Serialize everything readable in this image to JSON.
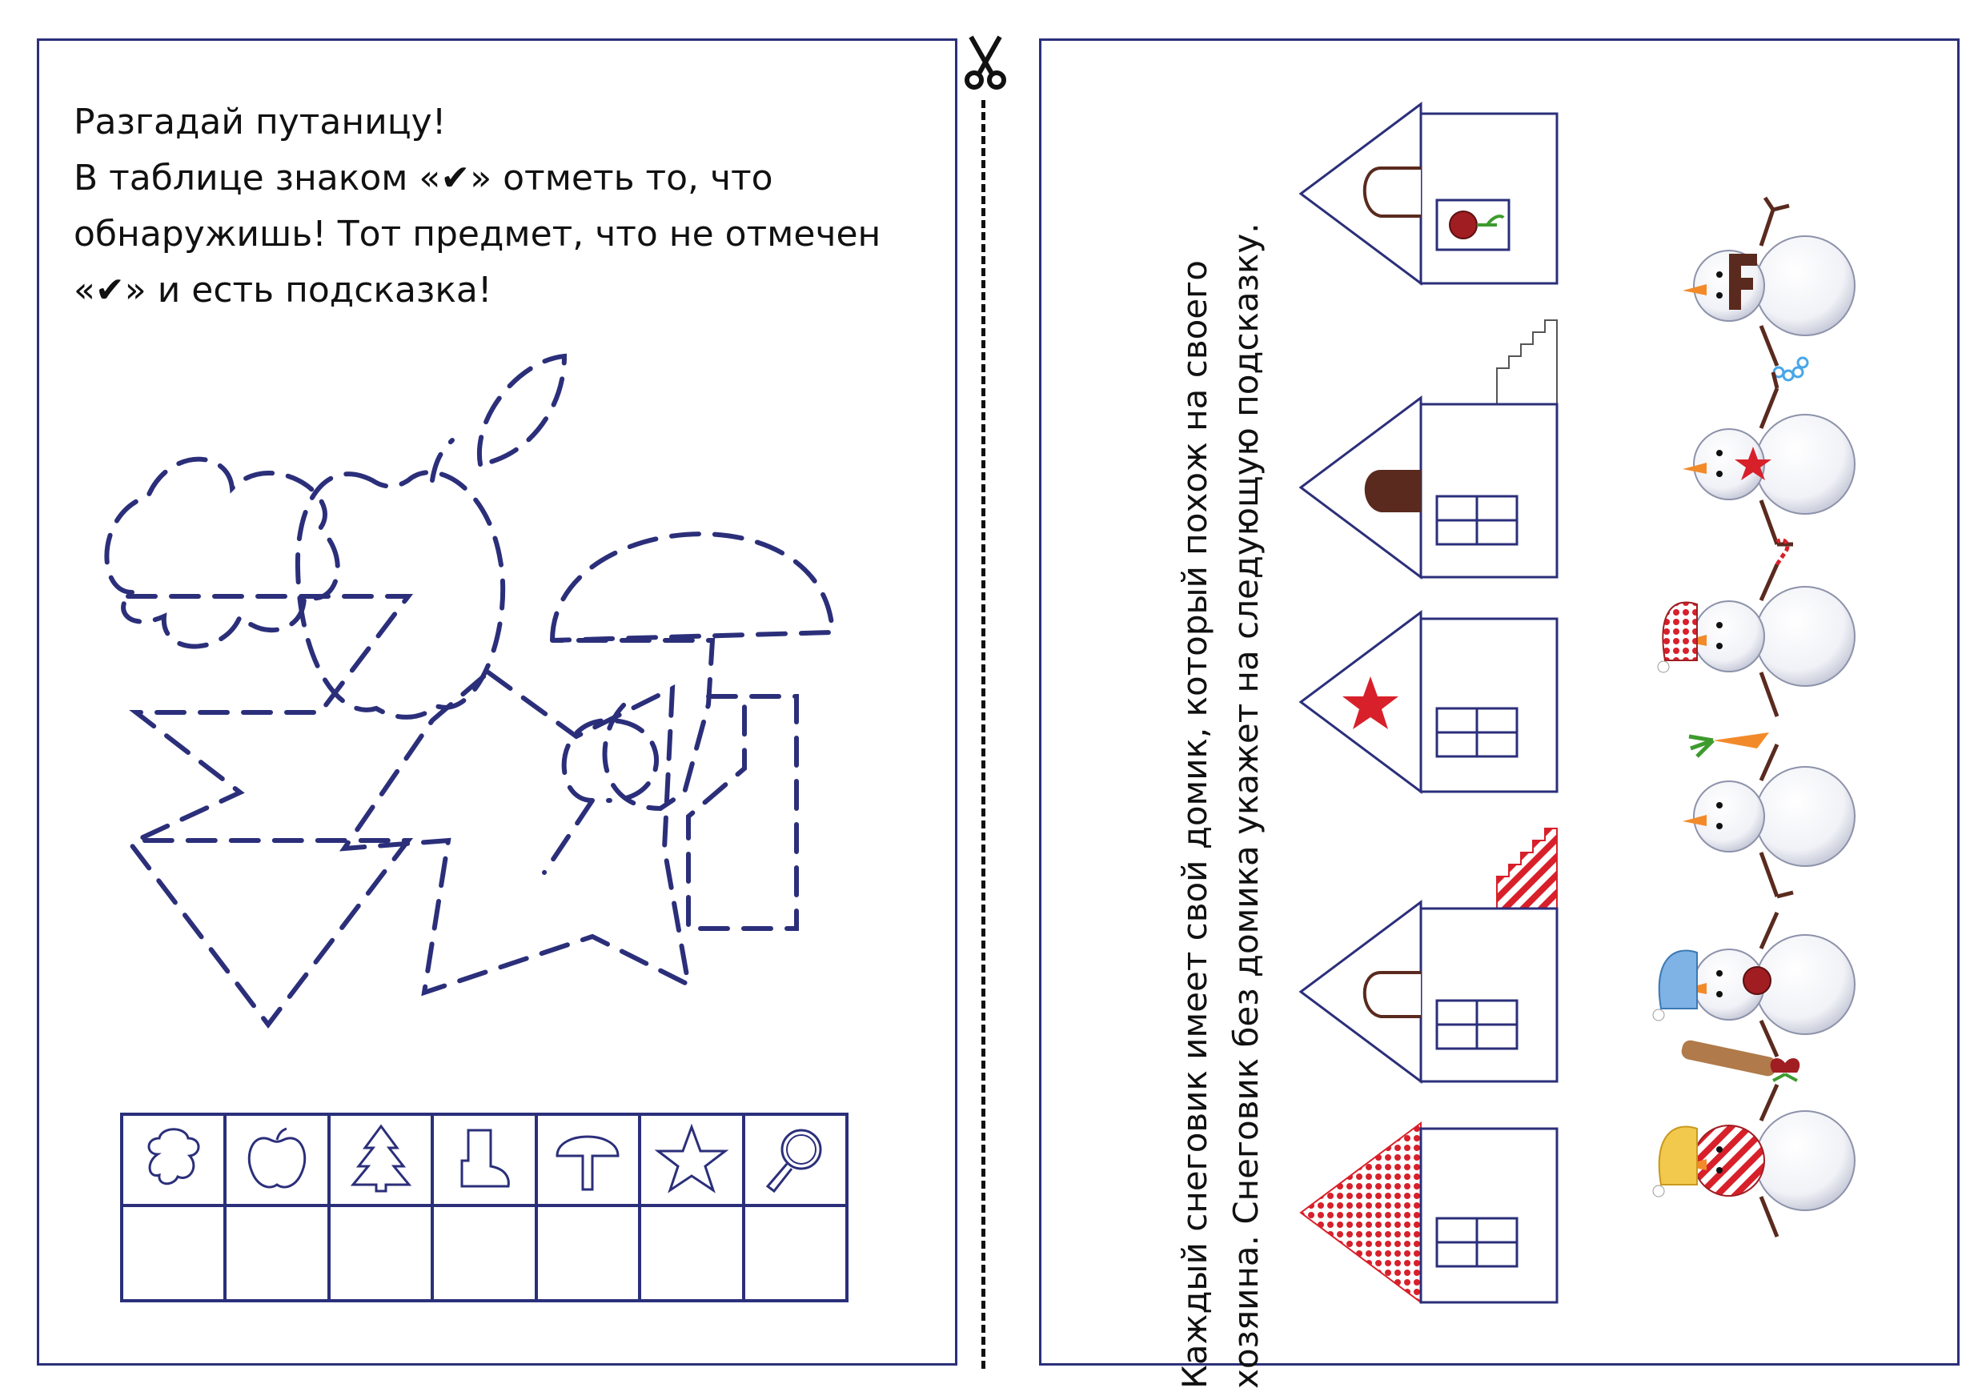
{
  "left": {
    "instructions": {
      "line1": "Разгадай путаницу!",
      "line2_before": "В таблице знаком «",
      "line2_after": "» отметь то, что",
      "line3": "обнаружишь! Тот предмет, что не отмечен",
      "line4_before": "«",
      "line4_after": "» и есть подсказка!"
    },
    "check_mark": "✔",
    "table_icons": [
      "flower-icon",
      "apple-icon",
      "tree-icon",
      "boot-icon",
      "mushroom-icon",
      "star-icon",
      "magnifier-icon"
    ]
  },
  "right": {
    "instruction_line1": "Каждый снеговик имеет свой домик, который похож на своего",
    "instruction_line2": "хозяина. Снеговик без домика укажет на следующую подсказку."
  },
  "colors": {
    "navy": "#2b2f7a",
    "red": "#d8202a",
    "brown": "#5a2a1e",
    "orange": "#f28a2a",
    "snow_shade": "#c9ccd9"
  }
}
